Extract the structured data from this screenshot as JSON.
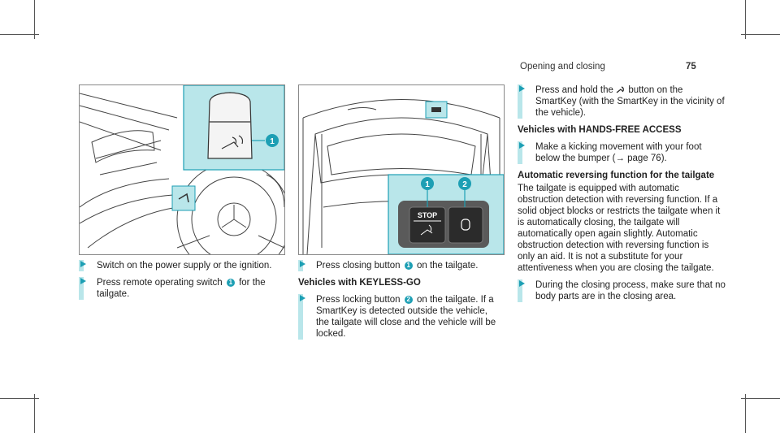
{
  "header": {
    "section": "Opening and closing",
    "page": "75"
  },
  "fig1": {
    "callout": "1"
  },
  "fig2": {
    "callouts": [
      "1",
      "2"
    ],
    "stop_label": "STOP"
  },
  "col1": {
    "step1": "Switch on the power supply or the ignition.",
    "step2_a": "Press remote operating switch",
    "step2_num": "1",
    "step2_b": "for the tailgate."
  },
  "col2": {
    "step1_a": "Press closing button",
    "step1_num": "1",
    "step1_b": "on the tailgate.",
    "heading": "Vehicles with KEYLESS-GO",
    "step2_a": "Press locking button",
    "step2_num": "2",
    "step2_b": "on the tailgate.",
    "step2_c": "If a SmartKey is detected outside the vehicle, the tailgate will close and the vehicle will be locked."
  },
  "col3": {
    "step1_a": "Press and hold the",
    "step1_b": "button on the SmartKey (with the SmartKey in the vicinity of the vehicle).",
    "heading1": "Vehicles with HANDS-FREE ACCESS",
    "step2": "Make a kicking movement with your foot below the bumper (→ page 76).",
    "heading2": "Automatic reversing function for the tailgate",
    "para": "The tailgate is equipped with automatic obstruction detection with reversing function. If a solid object blocks or restricts the tailgate when it is automatically closing, the tailgate will automatically open again slightly. Automatic obstruction detection with reversing function is only an aid. It is not a substitute for your attentiveness when you are closing the tailgate.",
    "step3": "During the closing process, make sure that no body parts are in the closing area."
  }
}
